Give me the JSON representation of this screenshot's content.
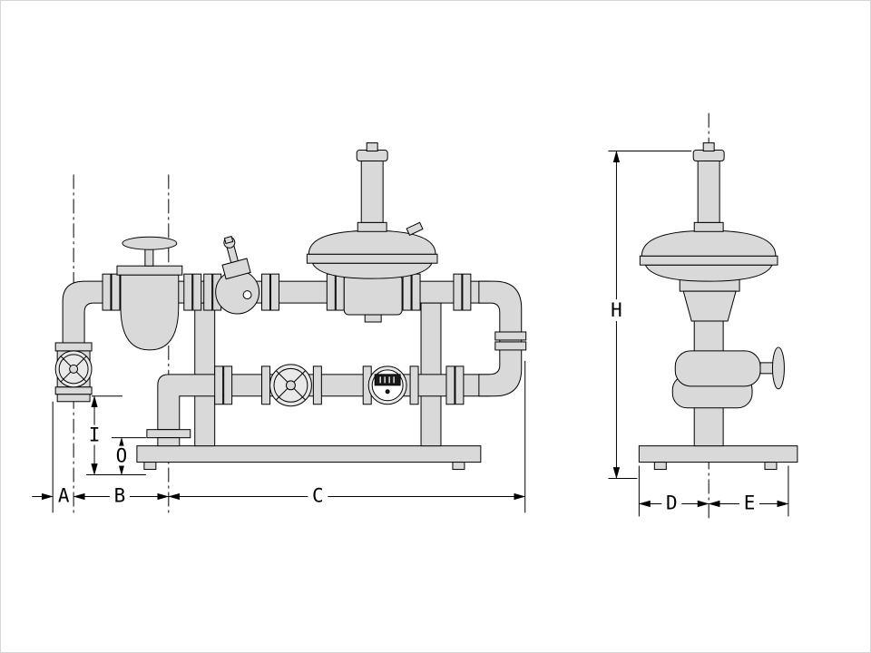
{
  "labels": {
    "a": "A",
    "b": "B",
    "c": "C",
    "d": "D",
    "e": "E",
    "h": "H",
    "i": "I",
    "o": "O"
  },
  "colors": {
    "line": "#000000",
    "metal": "#d9d9d9",
    "metal2": "#e9e9e9",
    "dark": "#1a1a1a",
    "bg": "#ffffff"
  }
}
